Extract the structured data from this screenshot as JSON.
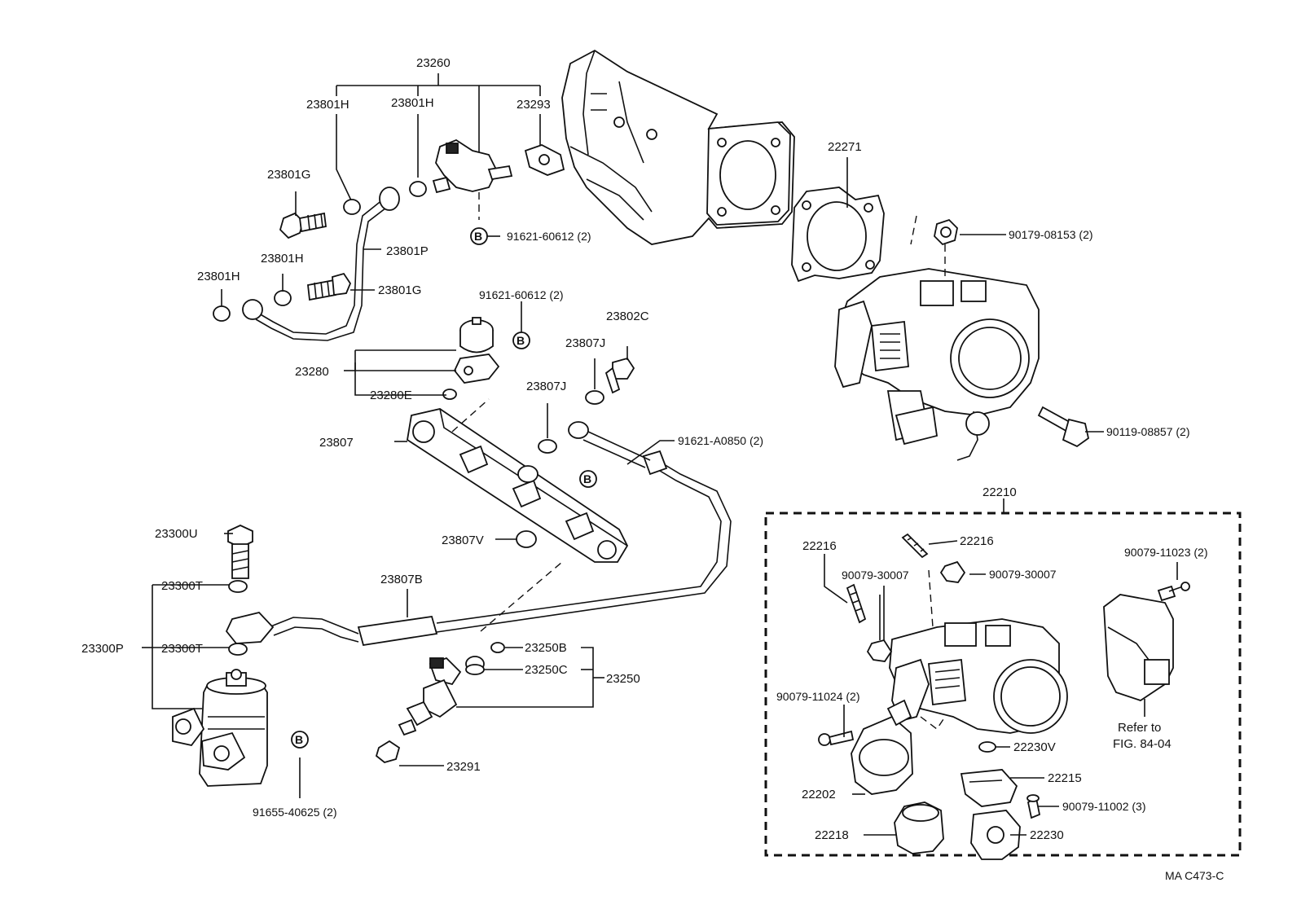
{
  "labels": {
    "p23260": "23260",
    "p23801H_a": "23801H",
    "p23801H_b": "23801H",
    "p23293": "23293",
    "p23801G_a": "23801G",
    "p23801P": "23801P",
    "p23801H_c": "23801H",
    "p23801H_d": "23801H",
    "p23801G_b": "23801G",
    "p91621_60612_a": "91621-60612 (2)",
    "p91621_60612_b": "91621-60612 (2)",
    "p23802C": "23802C",
    "p23807J_a": "23807J",
    "p23807J_b": "23807J",
    "p23280": "23280",
    "p23280E": "23280E",
    "p23807": "23807",
    "p91621_A0850": "91621-A0850 (2)",
    "p23300U": "23300U",
    "p23807V": "23807V",
    "p23807B": "23807B",
    "p23300T_a": "23300T",
    "p23300P": "23300P",
    "p23300T_b": "23300T",
    "p23250B": "23250B",
    "p23250C": "23250C",
    "p23250": "23250",
    "p23291": "23291",
    "p91655_40625": "91655-40625 (2)",
    "p22271": "22271",
    "p90179_08153": "90179-08153 (2)",
    "p90119_08857": "90119-08857 (2)",
    "p22210": "22210",
    "p22216_a": "22216",
    "p22216_b": "22216",
    "p90079_30007_a": "90079-30007",
    "p90079_30007_b": "90079-30007",
    "p90079_11023": "90079-11023 (2)",
    "p90079_11024": "90079-11024 (2)",
    "p22230V": "22230V",
    "p22215": "22215",
    "p90079_11002": "90079-11002 (3)",
    "p22202": "22202",
    "p22218": "22218",
    "p22230": "22230",
    "refer_line1": "Refer to",
    "refer_line2": "FIG. 84-04",
    "figure_code": "MA C473-C"
  },
  "marker_letter": "B"
}
